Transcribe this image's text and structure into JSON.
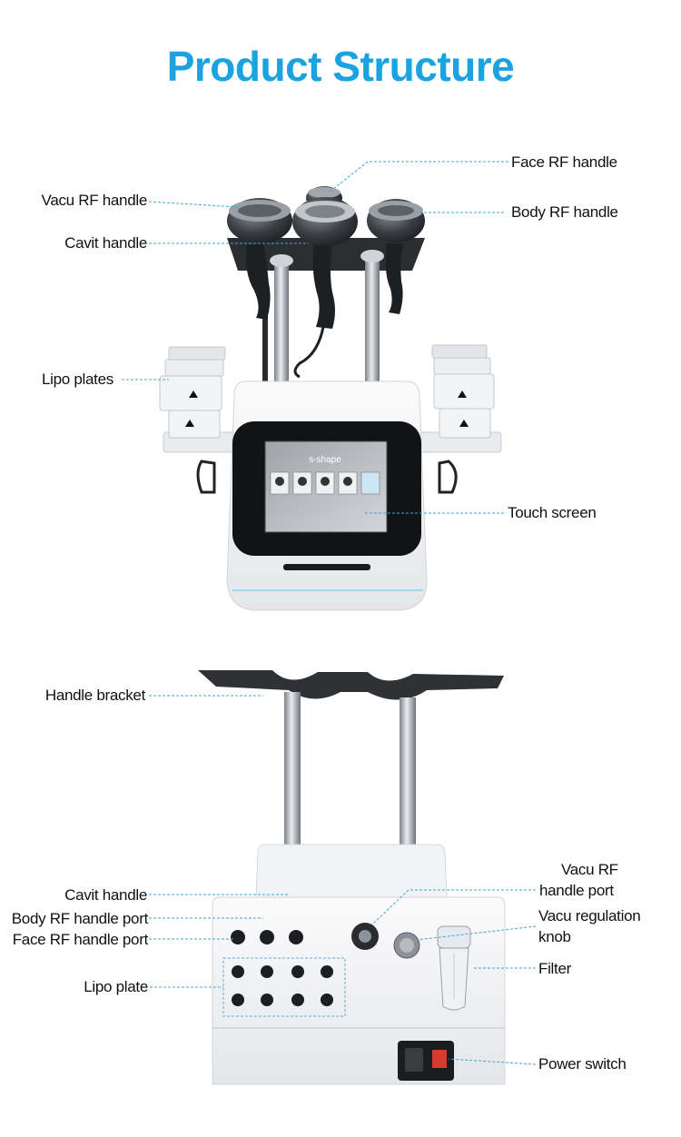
{
  "title": "Product Structure",
  "accent": "#1aa3e0",
  "leader_color": "#3aa7d8",
  "top_labels": {
    "face_rf_handle": "Face RF handle",
    "vacu_rf_handle": "Vacu  RF handle",
    "body_rf_handle": "Body RF handle",
    "cavit_handle": "Cavit handle",
    "lipo_plates": "Lipo  plates",
    "touch_screen": "Touch screen"
  },
  "screen": {
    "heading": "s-shape"
  },
  "bottom_labels": {
    "handle_bracket": "Handle bracket",
    "cavit_handle": "Cavit handle",
    "body_rf_port": "Body RF handle port",
    "face_rf_port": "Face RF handle port",
    "lipo_plate": "Lipo  plate",
    "vacu_rf_port_line1": "Vacu RF",
    "vacu_rf_port_line2": "handle port",
    "vacu_knob_line1": "Vacu regulation",
    "vacu_knob_line2": "knob",
    "filter": "Filter",
    "power_switch": "Power switch"
  }
}
